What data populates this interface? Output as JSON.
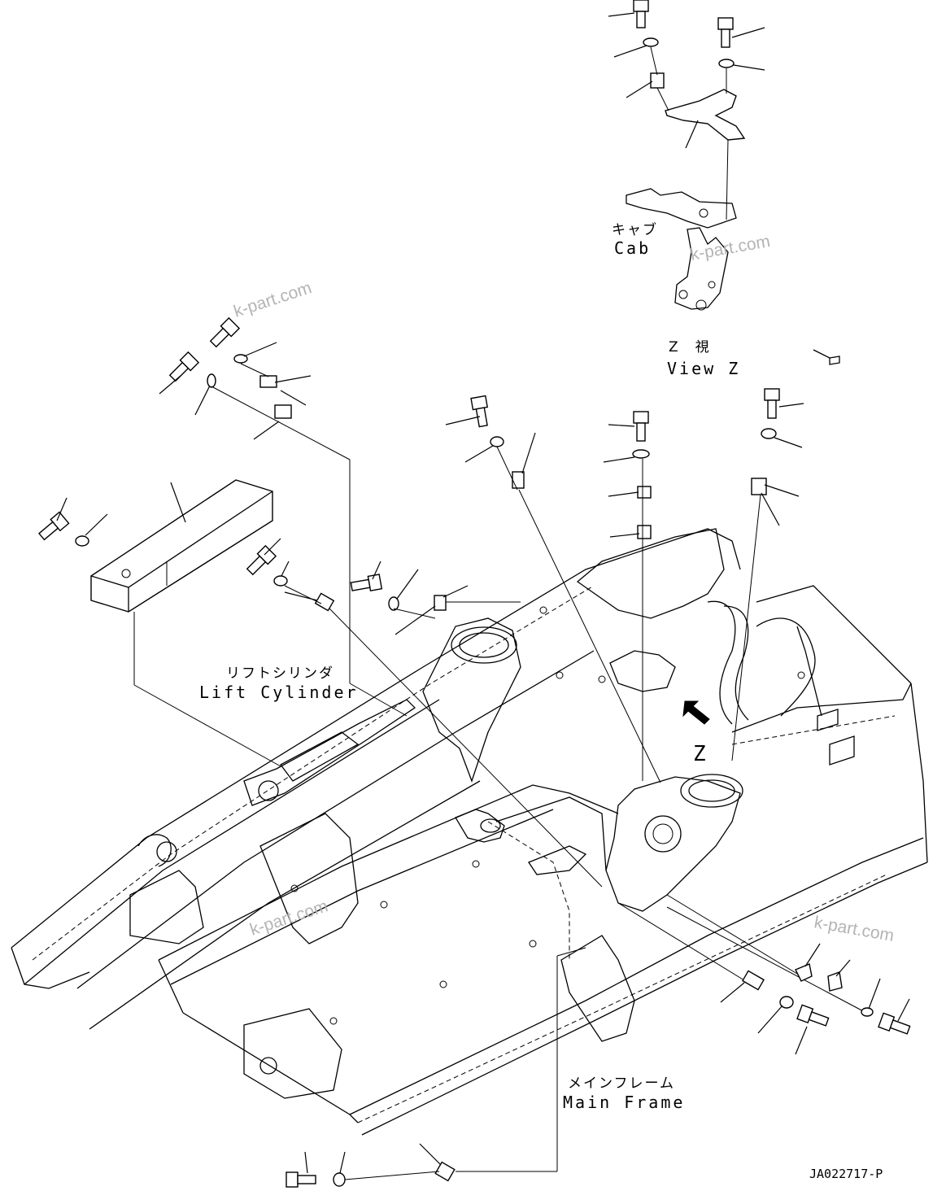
{
  "labels": {
    "cab_jp": "キャブ",
    "cab_en": "Cab",
    "view_jp": "Z　視",
    "view_en": "View Z",
    "lift_jp": "リフトシリンダ",
    "lift_en": "Lift Cylinder",
    "frame_jp": "メインフレーム",
    "frame_en": "Main Frame",
    "view_marker": "Z"
  },
  "watermarks": [
    "k-part.com",
    "k-part.com",
    "k-part.com",
    "k-part.com"
  ],
  "drawing_code": "JA022717-P"
}
